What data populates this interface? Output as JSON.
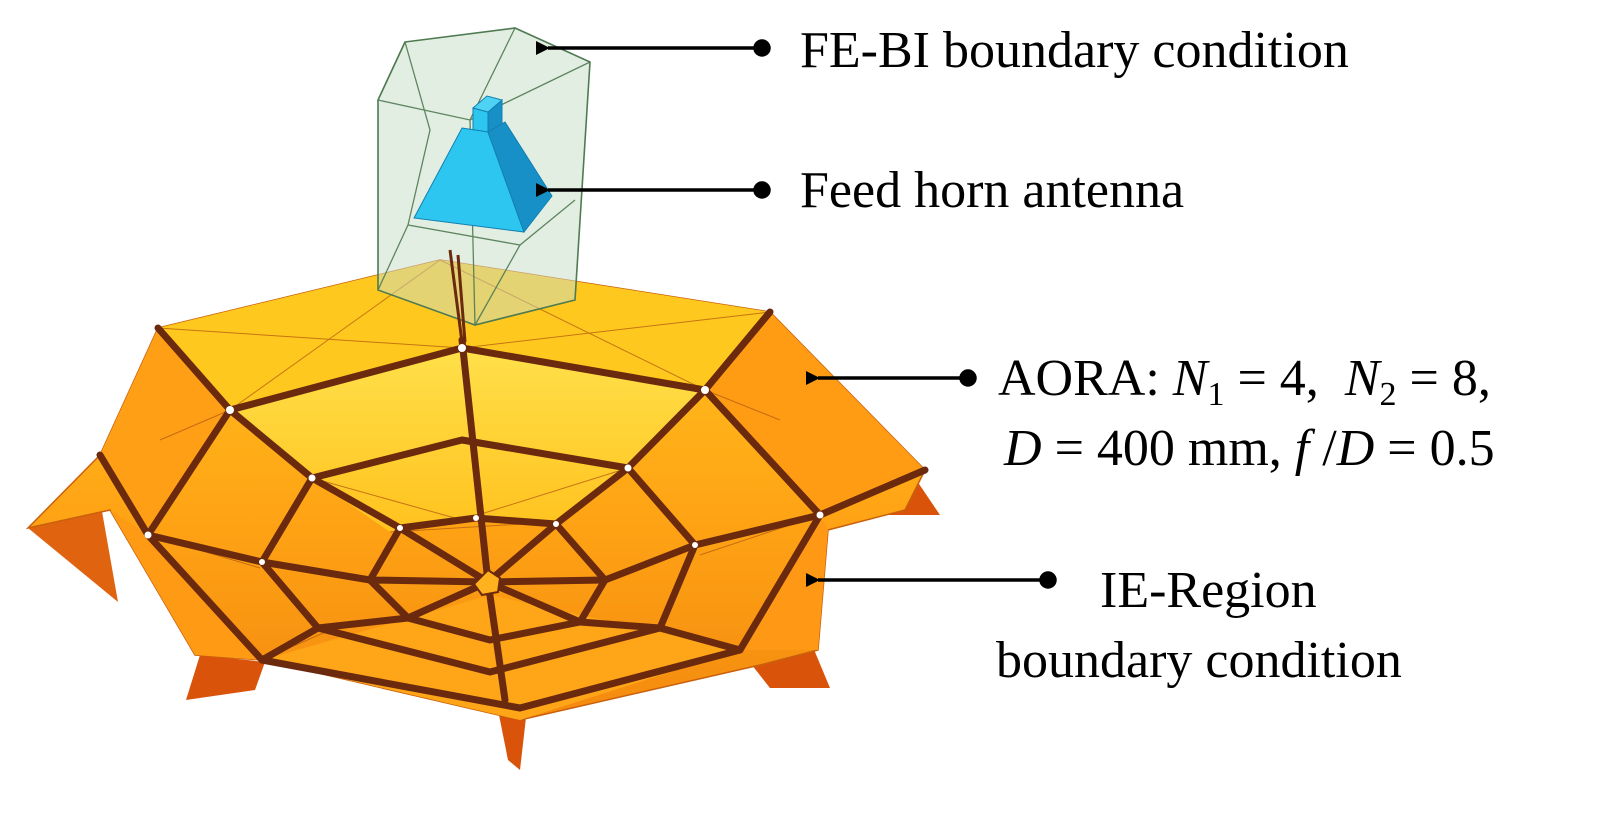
{
  "labels": {
    "febi": "FE-BI boundary condition",
    "feed": "Feed horn antenna",
    "aora_prefix": "AORA: ",
    "n1_symbol": "N",
    "n1_sub": "1",
    "n1_value": " = 4,  ",
    "n2_symbol": "N",
    "n2_sub": "2",
    "n2_value": " = 8,",
    "d_symbol": "D",
    "d_value": " = 400 mm, ",
    "f_symbol": "f",
    "fd_sep": " /",
    "fd_d_symbol": "D",
    "fd_value": " = 0.5",
    "ie_line1": "IE-Region",
    "ie_line2": "boundary condition"
  },
  "colors": {
    "reflector_light": "#FFD42A",
    "reflector_mid": "#FFAE1A",
    "reflector_dark": "#F08A10",
    "reflector_edge": "#D9540A",
    "rib": "#6B2A0E",
    "horn_light": "#2CC6F0",
    "horn_dark": "#1790C8",
    "boundary_fill": "#C8DDC8",
    "boundary_edge": "#4F7A52",
    "arrow": "#000000"
  }
}
